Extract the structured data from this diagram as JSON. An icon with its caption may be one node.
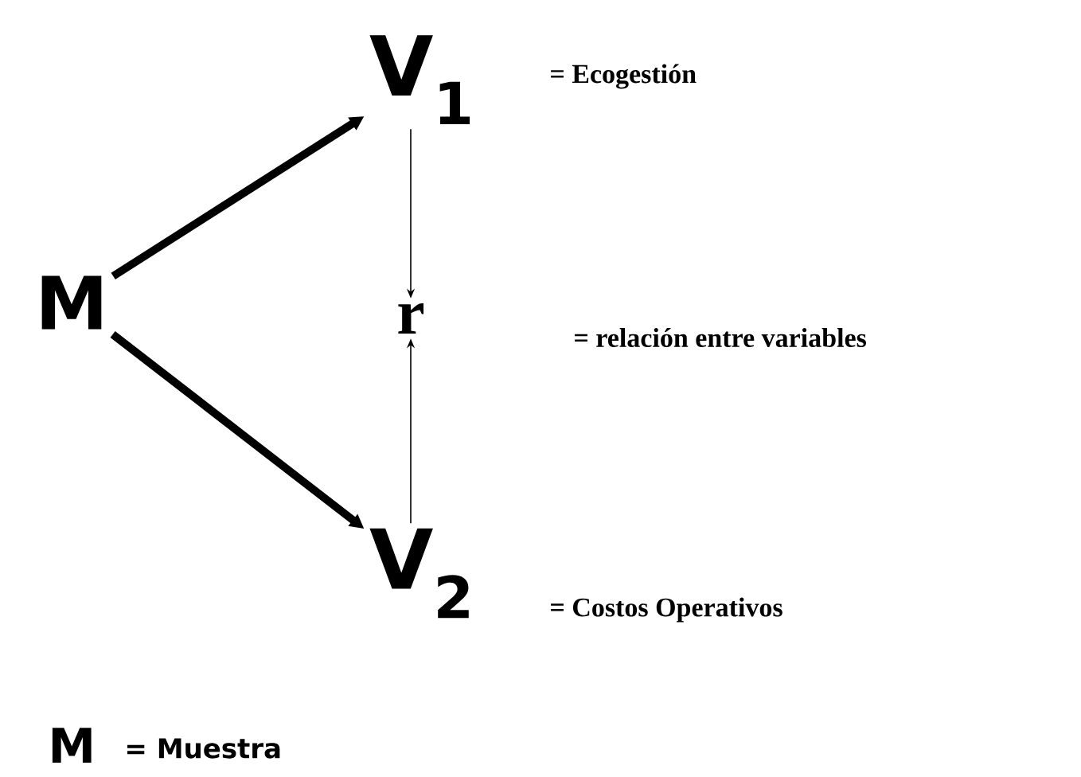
{
  "diagram": {
    "nodes": [
      {
        "text": [
          "M"
        ]
      },
      {
        "text": [
          "V$_{1}$"
        ]
      },
      {
        "text": [
          "r"
        ]
      },
      {
        "text": [
          "V$_{2}$"
        ]
      }
    ],
    "edges": [
      {
        "from": 0,
        "to": 1,
        "arrow": "to",
        "style": "thick"
      },
      {
        "from": 0,
        "to": 3,
        "arrow": "to",
        "style": "thick"
      },
      {
        "from": 1,
        "to": 2,
        "arrow": "to"
      },
      {
        "from": 3,
        "to": 2,
        "arrow": "to"
      }
    ],
    "labels": [
      "= Ecogestión",
      "= relación entre variables",
      "= Costos Operativos",
      "M",
      "= Muestra"
    ]
  }
}
